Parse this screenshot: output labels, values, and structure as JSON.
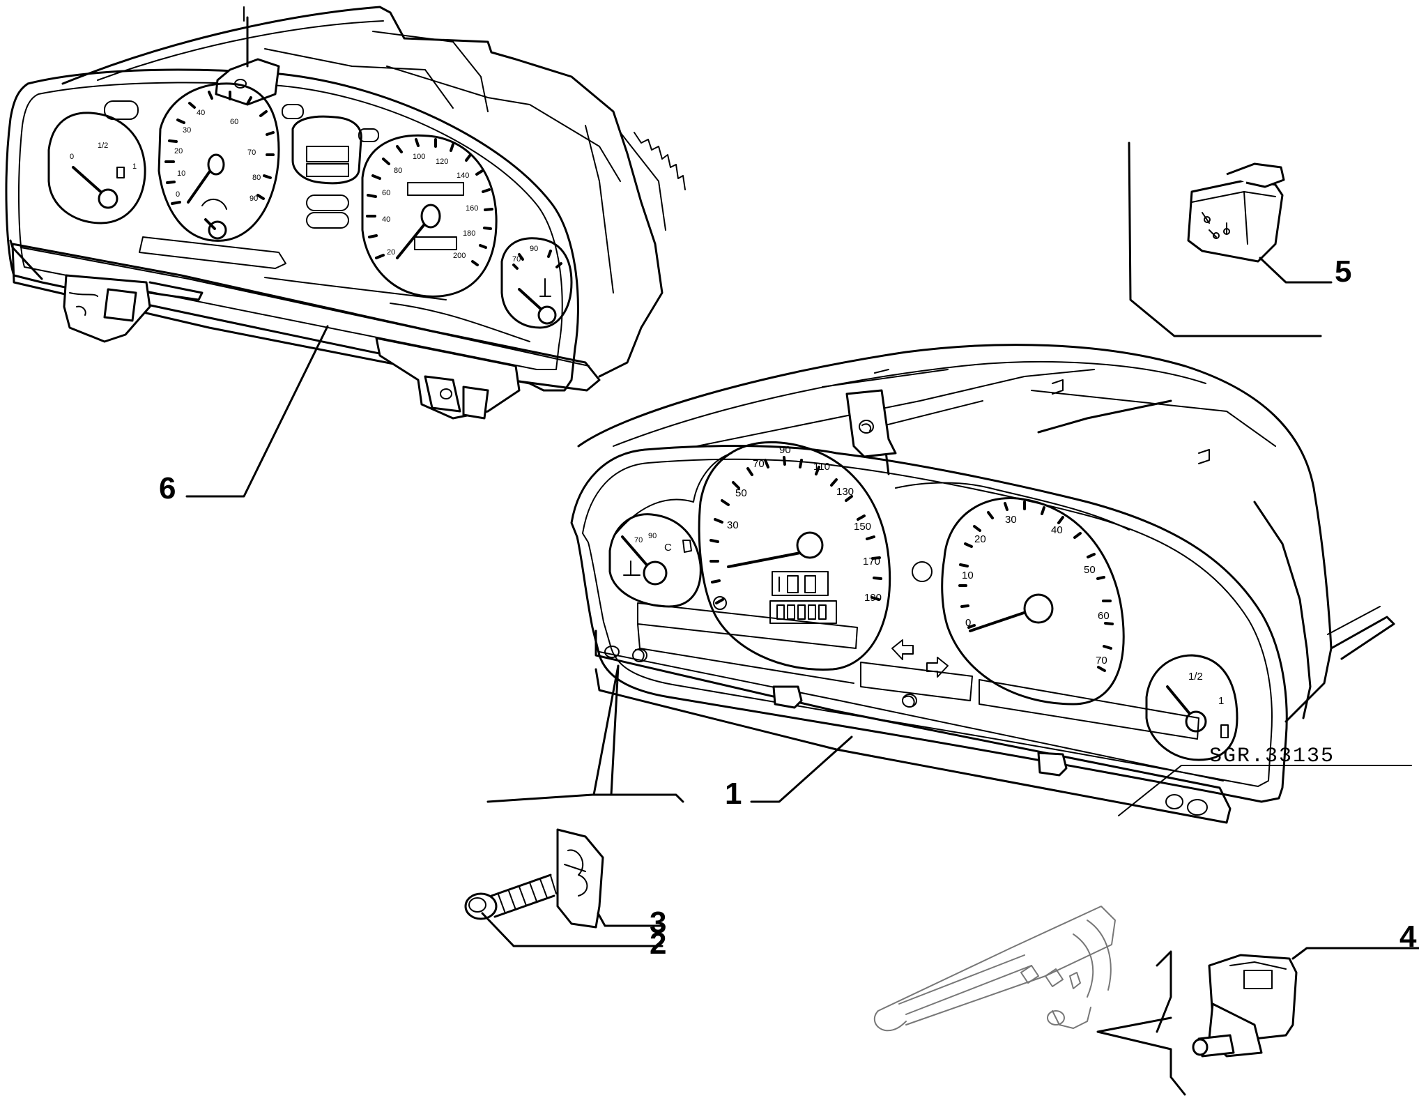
{
  "diagram": {
    "reference_code": "SGR.33135",
    "callouts": [
      {
        "id": "1",
        "label": "1"
      },
      {
        "id": "2",
        "label": "2"
      },
      {
        "id": "3",
        "label": "3"
      },
      {
        "id": "4",
        "label": "4"
      },
      {
        "id": "5",
        "label": "5"
      },
      {
        "id": "6",
        "label": "6"
      }
    ]
  },
  "cluster_top": {
    "fuel_gauge": [
      "0",
      "1/2",
      "1"
    ],
    "tachometer": [
      "0",
      "10",
      "20",
      "30",
      "40",
      "60",
      "70",
      "80",
      "90"
    ],
    "speedometer": [
      "20",
      "40",
      "60",
      "80",
      "100",
      "120",
      "140",
      "160",
      "180",
      "200"
    ],
    "temp_gauge": [
      "70",
      "90"
    ]
  },
  "cluster_main": {
    "temp_gauge": [
      "70",
      "90",
      "C"
    ],
    "speedometer": [
      "30",
      "50",
      "70",
      "90",
      "110",
      "130",
      "150",
      "170",
      "190"
    ],
    "tachometer": [
      "0",
      "10",
      "20",
      "30",
      "40",
      "50",
      "60",
      "70"
    ],
    "fuel_gauge": [
      "1/2",
      "1"
    ]
  }
}
